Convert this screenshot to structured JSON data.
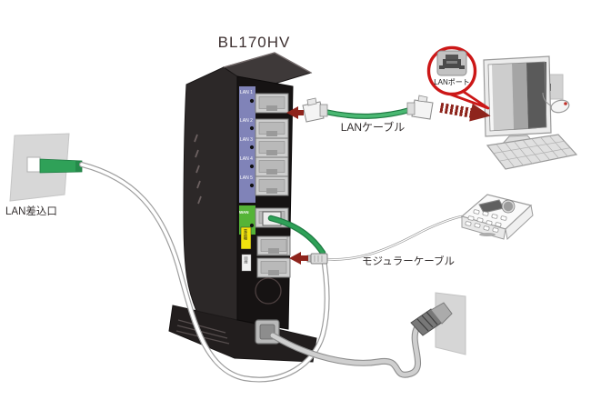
{
  "title": "BL170HV",
  "labels": {
    "lan_outlet": "LAN差込口",
    "lan_cable": "LANケーブル",
    "modular_cable": "モジュラーケーブル",
    "callout": "LANポート"
  },
  "router": {
    "lan_ports": [
      "LAN 1",
      "LAN 2",
      "LAN 3",
      "LAN 4",
      "LAN 5"
    ],
    "wan_label": "WAN",
    "phone_jack_label": "電話機",
    "line_jack_label": "回線"
  },
  "colors": {
    "cable_green": "#2fa158",
    "cable_green_dark": "#1e7a42",
    "cable_green_light": "#4ab872",
    "arrow_red": "#8e241c",
    "callout_red": "#cc1717",
    "panel_purple": "#8083b8",
    "panel_green": "#55b437",
    "label_yellow": "#f2e30e"
  }
}
